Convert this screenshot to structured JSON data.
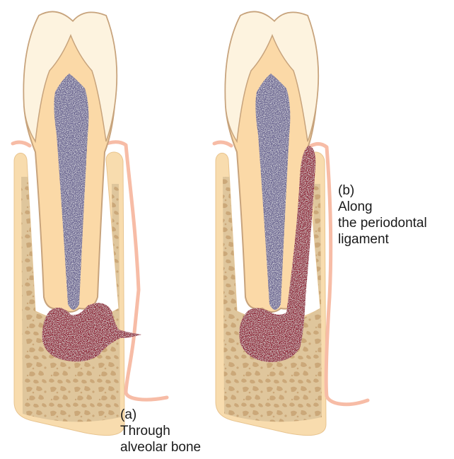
{
  "panels": [
    {
      "id": "a",
      "lines": [
        "(a)",
        "Through",
        "alveolar bone"
      ]
    },
    {
      "id": "b",
      "lines": [
        "(b)",
        "Along",
        "the periodontal",
        "ligament"
      ]
    }
  ],
  "colors": {
    "bone": "#f8dcae",
    "bone_outline": "#d9b07a",
    "cancellous": "#dcc39a",
    "cancellous_spots": "#c6a273",
    "dentine": "#fbd9a7",
    "dentine_outline": "#c7a37c",
    "enamel": "#fdf3df",
    "pulp": "#6a6591",
    "abscess": "#8e2436",
    "gingiva_line": "#f7bca6"
  },
  "icons": [
    "tooth-icon",
    "abscess-icon"
  ]
}
